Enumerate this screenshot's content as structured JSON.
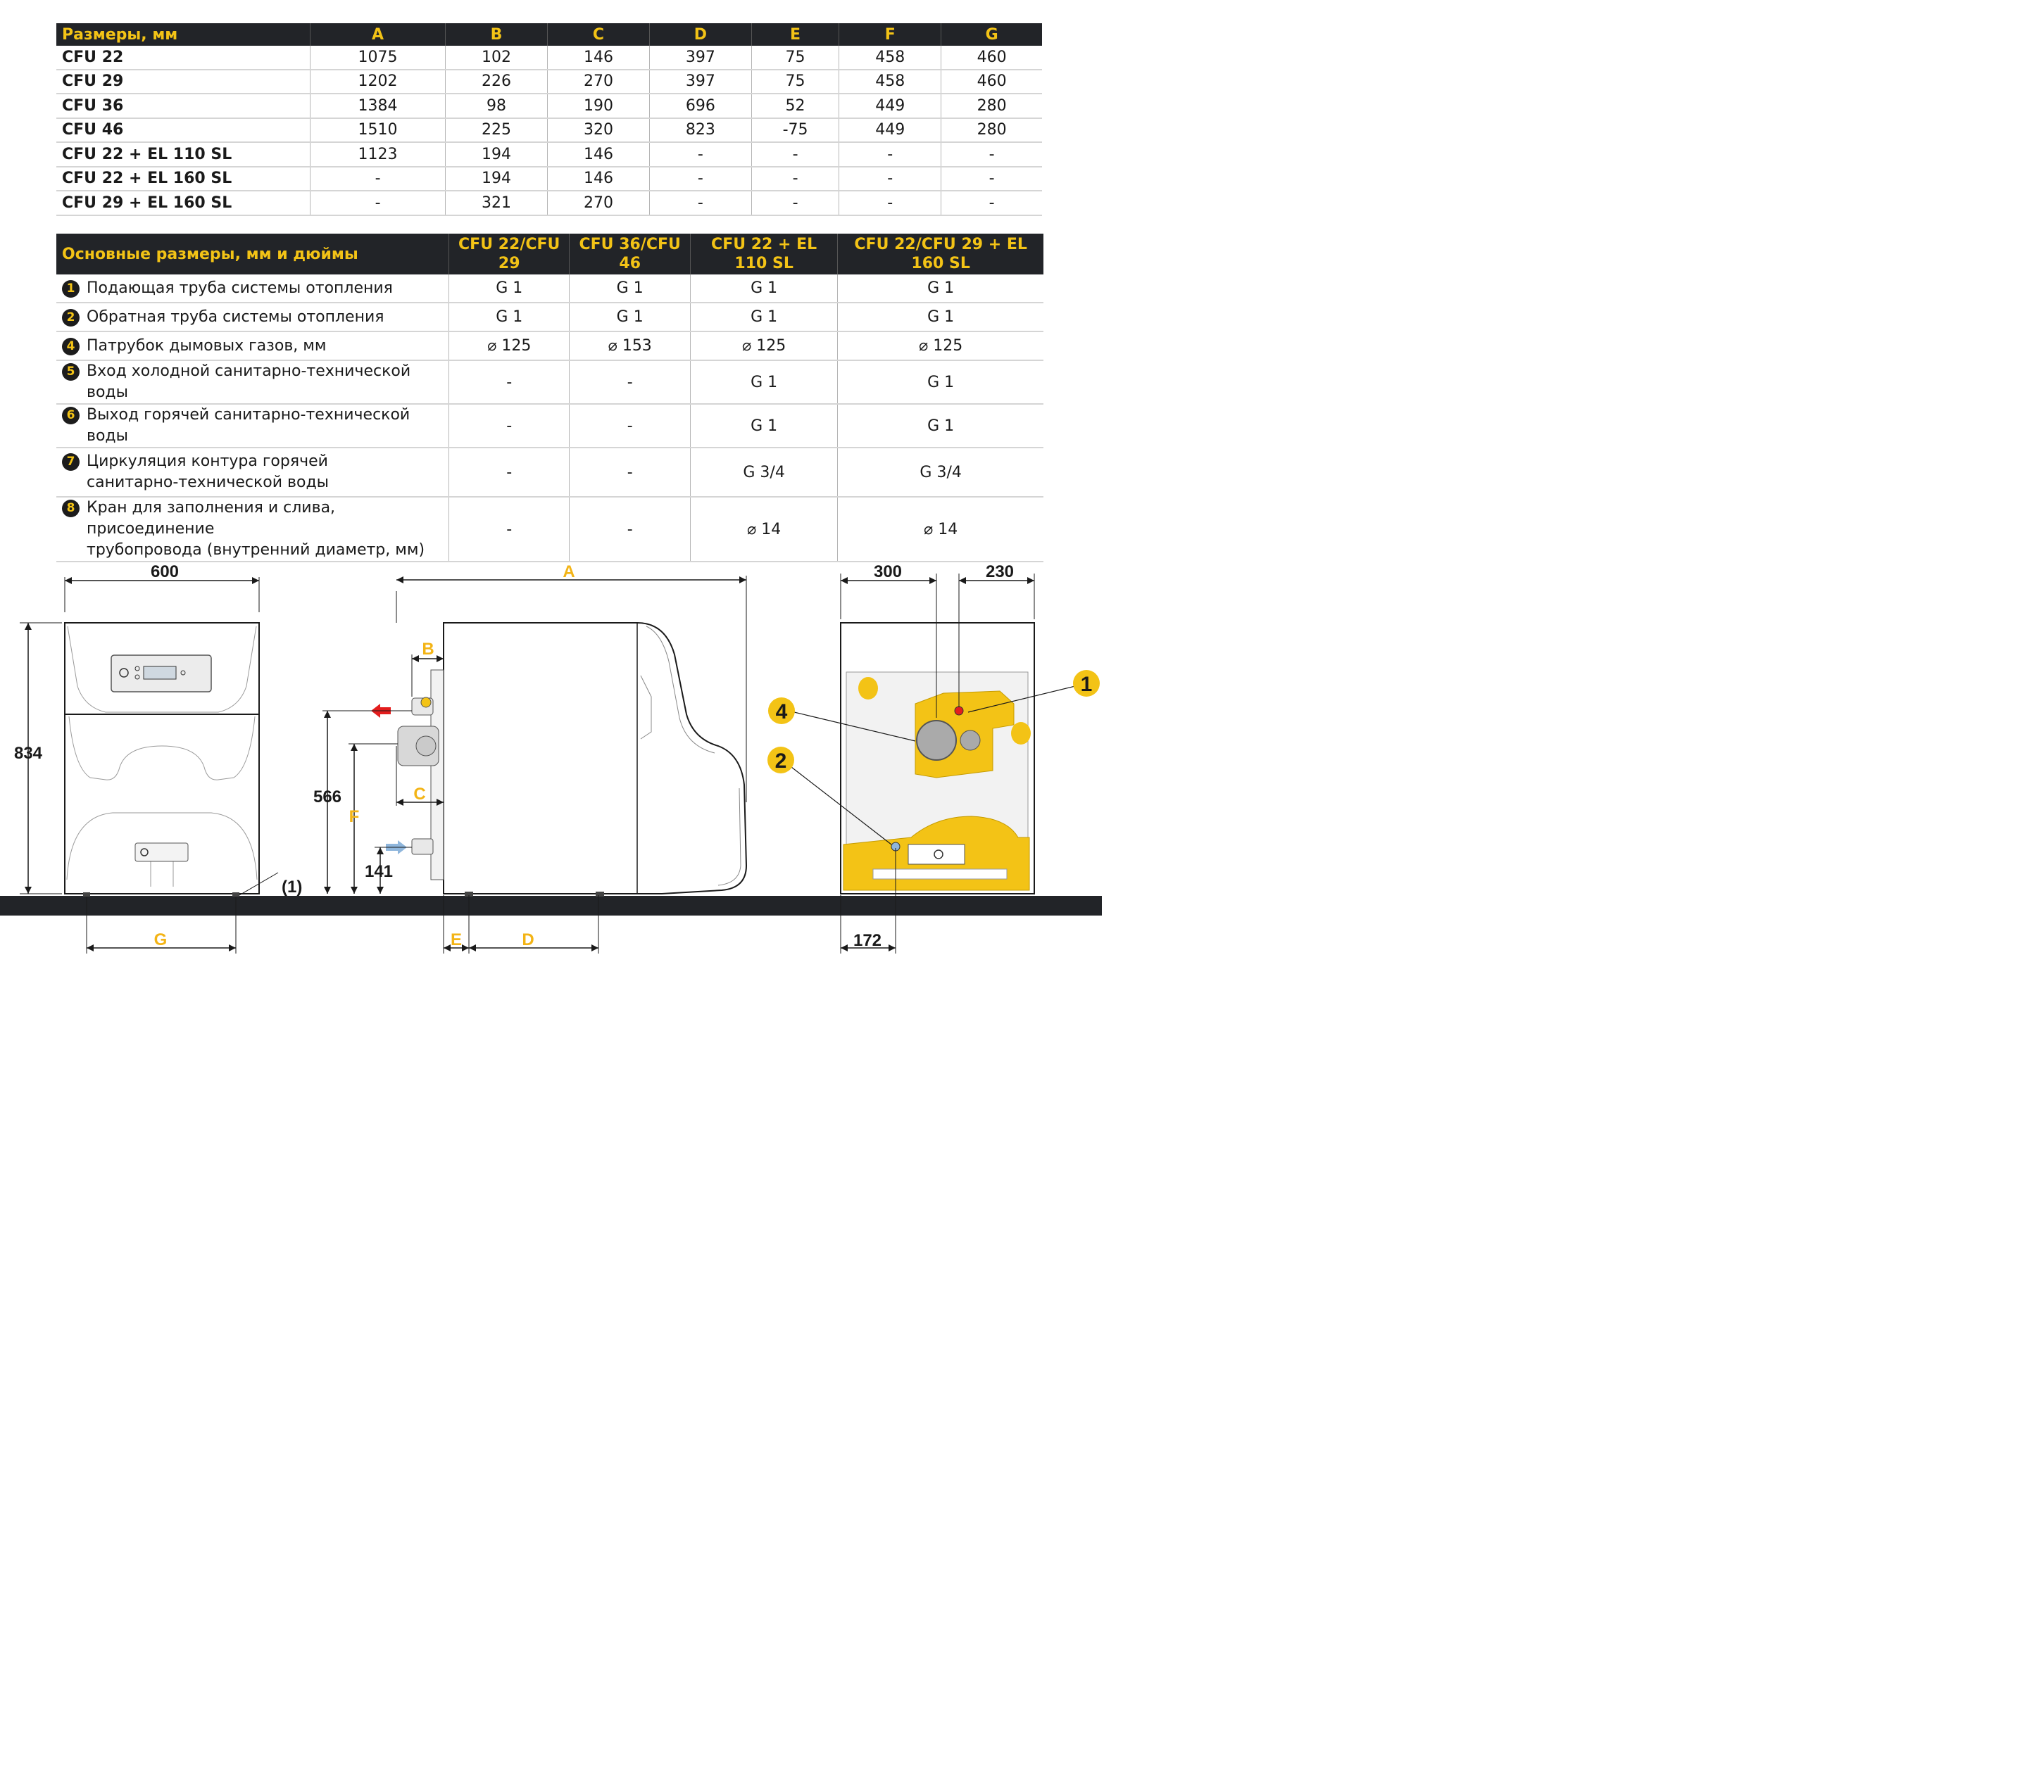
{
  "table1": {
    "header": [
      "Размеры, мм",
      "A",
      "B",
      "C",
      "D",
      "E",
      "F",
      "G"
    ],
    "rows": [
      [
        "CFU 22",
        "1075",
        "102",
        "146",
        "397",
        "75",
        "458",
        "460"
      ],
      [
        "CFU 29",
        "1202",
        "226",
        "270",
        "397",
        "75",
        "458",
        "460"
      ],
      [
        "CFU 36",
        "1384",
        "98",
        "190",
        "696",
        "52",
        "449",
        "280"
      ],
      [
        "CFU 46",
        "1510",
        "225",
        "320",
        "823",
        "-75",
        "449",
        "280"
      ],
      [
        "CFU 22 + EL 110 SL",
        "1123",
        "194",
        "146",
        "-",
        "-",
        "-",
        "-"
      ],
      [
        "CFU 22 + EL 160 SL",
        "-",
        "194",
        "146",
        "-",
        "-",
        "-",
        "-"
      ],
      [
        "CFU 29 + EL 160 SL",
        "-",
        "321",
        "270",
        "-",
        "-",
        "-",
        "-"
      ]
    ]
  },
  "table2": {
    "header": [
      "Основные размеры, мм и дюймы",
      "CFU 22/CFU 29",
      "CFU 36/CFU 46",
      "CFU 22 + EL 110 SL",
      "CFU 22/CFU 29 + EL 160 SL"
    ],
    "rows": [
      {
        "num": "1",
        "line1": "Подающая труба системы отопления",
        "line2": "",
        "values": [
          "G 1",
          "G 1",
          "G 1",
          "G 1"
        ]
      },
      {
        "num": "2",
        "line1": "Обратная труба системы отопления",
        "line2": "",
        "values": [
          "G 1",
          "G 1",
          "G 1",
          "G 1"
        ]
      },
      {
        "num": "4",
        "line1": "Патрубок дымовых газов, мм",
        "line2": "",
        "values": [
          "⌀ 125",
          "⌀ 153",
          "⌀ 125",
          "⌀ 125"
        ]
      },
      {
        "num": "5",
        "line1": "Вход холодной санитарно-технической воды",
        "line2": "",
        "values": [
          "-",
          "-",
          "G 1",
          "G 1"
        ]
      },
      {
        "num": "6",
        "line1": "Выход горячей санитарно-технической воды",
        "line2": "",
        "values": [
          "-",
          "-",
          "G 1",
          "G 1"
        ]
      },
      {
        "num": "7",
        "line1": "Циркуляция контура горячей",
        "line2": "санитарно-технической воды",
        "values": [
          "-",
          "-",
          "G 3/4",
          "G 3/4"
        ]
      },
      {
        "num": "8",
        "line1": "Кран для заполнения и слива, присоединение",
        "line2": "трубопровода (внутренний диаметр, мм)",
        "values": [
          "-",
          "-",
          "⌀ 14",
          "⌀ 14"
        ]
      }
    ]
  },
  "drawing": {
    "dims": {
      "width_front": "600",
      "height": "834",
      "foot_note": "(1)",
      "g": "G",
      "a": "A",
      "b": "B",
      "c": "C",
      "f": "F",
      "d": "D",
      "e": "E",
      "h566": "566",
      "h141": "141",
      "w300": "300",
      "w230": "230",
      "w172": "172"
    },
    "callouts": [
      "1",
      "2",
      "4"
    ],
    "colors": {
      "accent": "#f3c316",
      "dark": "#222428",
      "flow": "#e31d1d",
      "return": "#8fb6dc"
    }
  }
}
